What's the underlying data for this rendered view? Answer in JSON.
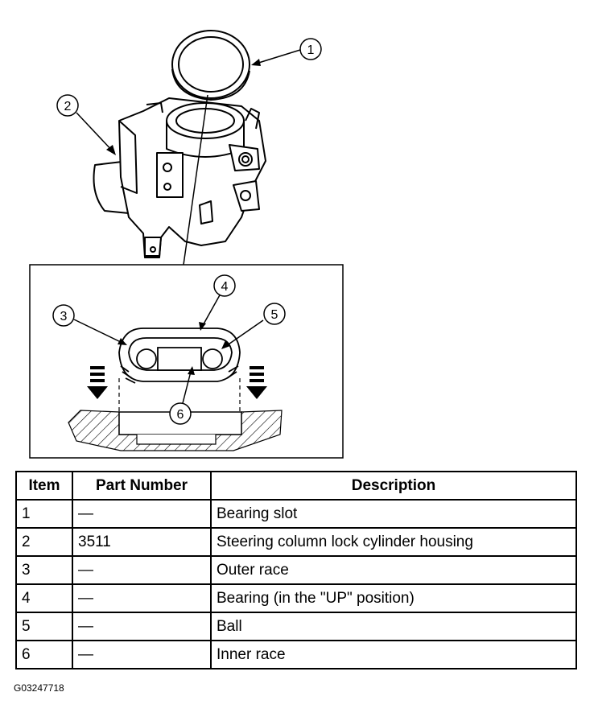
{
  "callouts": [
    "1",
    "2",
    "3",
    "4",
    "5",
    "6"
  ],
  "table": {
    "headers": [
      "Item",
      "Part Number",
      "Description"
    ],
    "rows": [
      [
        "1",
        "—",
        "Bearing slot"
      ],
      [
        "2",
        "3511",
        "Steering column lock cylinder housing"
      ],
      [
        "3",
        "—",
        "Outer race"
      ],
      [
        "4",
        "—",
        "Bearing (in the \"UP\" position)"
      ],
      [
        "5",
        "—",
        "Ball"
      ],
      [
        "6",
        "—",
        "Inner race"
      ]
    ]
  },
  "figure_code": "G03247718"
}
